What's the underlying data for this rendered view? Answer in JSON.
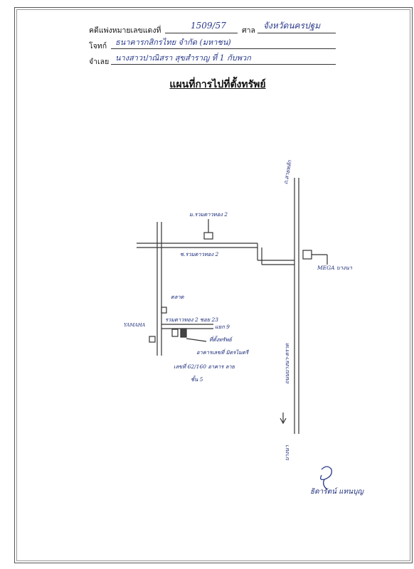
{
  "header": {
    "case_label": "คดีแพ่งหมายเลขแดงที่",
    "case_number": "1509/57",
    "court_label": "ศาล",
    "court_name": "จังหวัดนครปฐม",
    "plaintiff_label": "โจทก์",
    "plaintiff_name": "ธนาคารกสิกรไทย จำกัด (มหาชน)",
    "defendant_label": "จำเลย",
    "defendant_name": "นางสาวปาณิสรา สุขสำราญ ที่ 1 กับพวก"
  },
  "title": "แผนที่การไปที่ตั้งทรัพย์",
  "map": {
    "labels": {
      "road_north": "ถ.สายหลัก",
      "village_top": "ม.รวมดาวทอง 2",
      "village_road": "ซ.รวมดาวทอง 2",
      "mega": "MEGA บางนา",
      "market": "ตลาด",
      "yamaha": "YAMAHA",
      "soi": "รวมดาวทอง 2 ซอย 23",
      "soi2": "แยก 9",
      "property": "ที่ตั้งทรัพย์",
      "building": "อาคารเลขที่ มิตรไมตรี",
      "house_no": "เลขที่ 62/160 อาคาร ลาย",
      "unit": "ชั้น 5",
      "highway": "ถนนบางนา-ตราด",
      "bangna": "บางนา"
    }
  },
  "signature": {
    "text": "ธิดารัตน์ แทนบุญ"
  }
}
